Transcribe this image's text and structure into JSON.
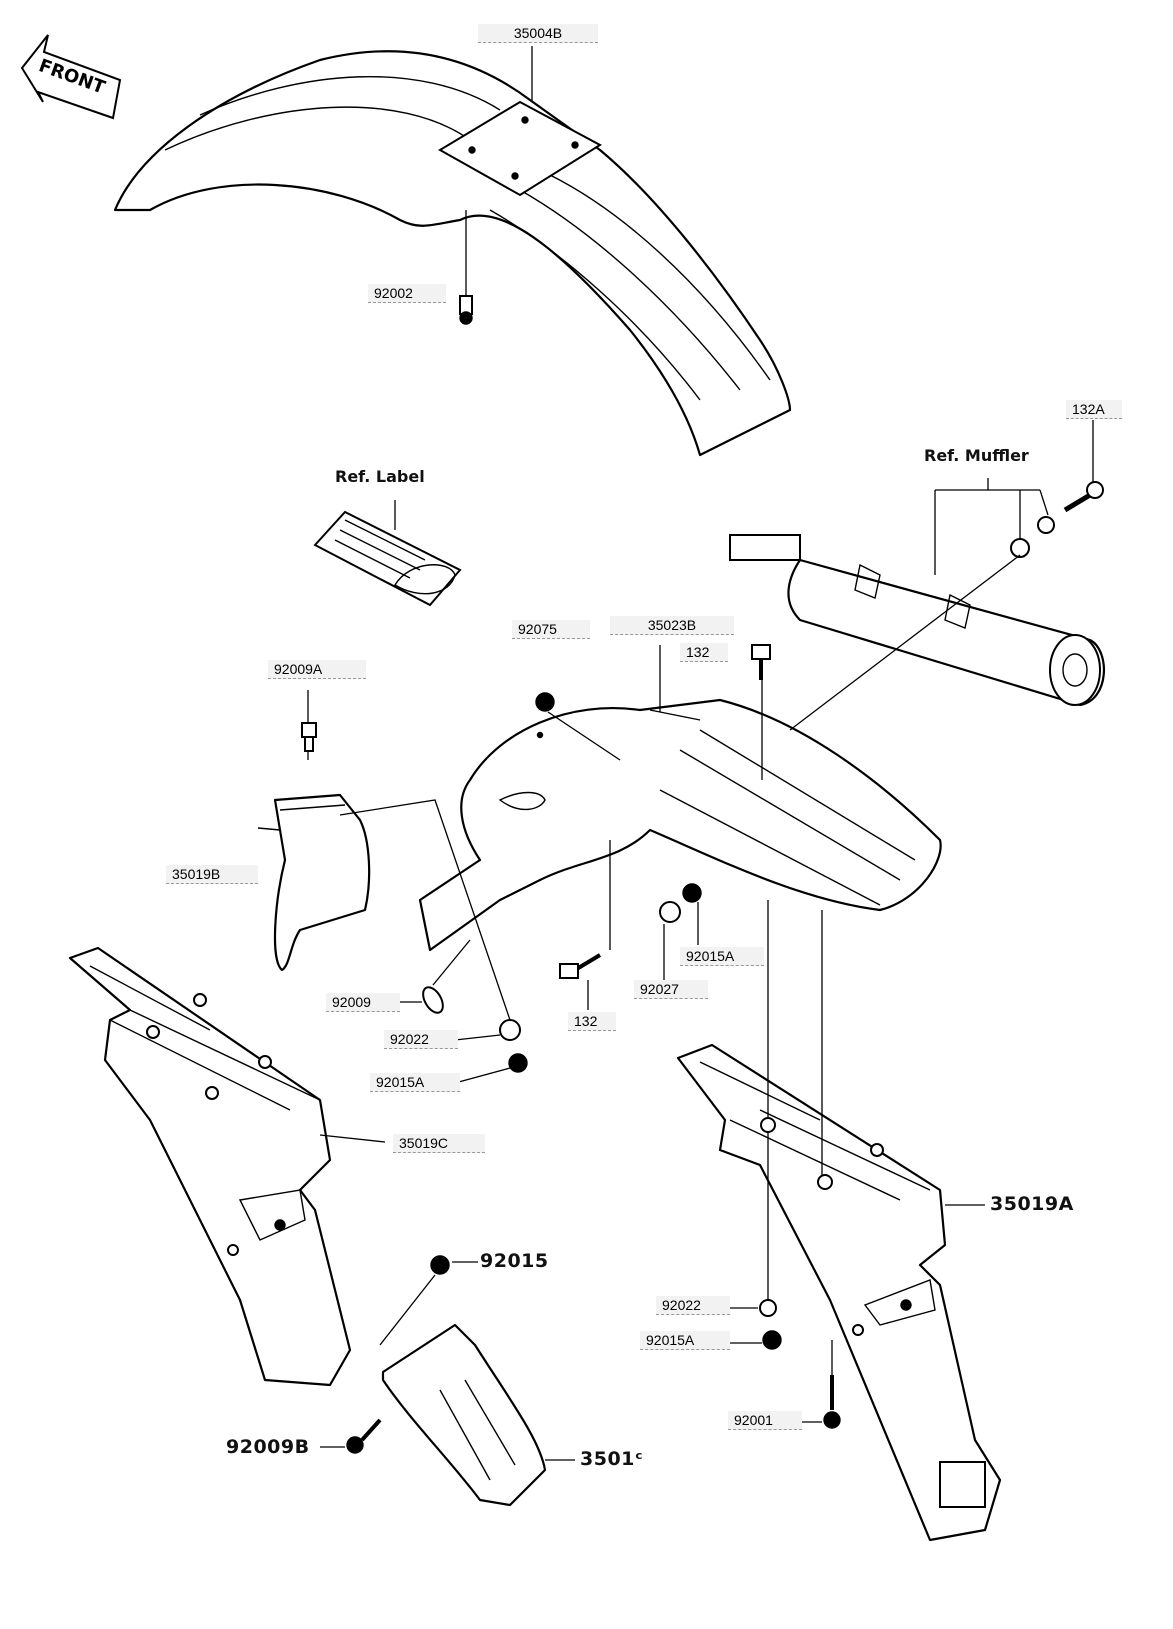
{
  "front_badge": "FRONT",
  "references": {
    "label": "Ref. Label",
    "muffler": "Ref. Muffler"
  },
  "part_numbers": {
    "p35004B": "35004B",
    "p92002": "92002",
    "p132A": "132A",
    "p92075": "92075",
    "p35023B": "35023B",
    "p132_top": "132",
    "p92009A": "92009A",
    "p35019B": "35019B",
    "p92015A_mid": "92015A",
    "p92027": "92027",
    "p132_mid": "132",
    "p92009": "92009",
    "p92022_mid": "92022",
    "p92015A_left": "92015A",
    "p35019C": "35019C",
    "p35019A": "35019A",
    "p92015": "92015",
    "p92022_right": "92022",
    "p92015A_right": "92015A",
    "p92001": "92001",
    "p92009B": "92009B",
    "p3501x": "3501ᶜ"
  }
}
